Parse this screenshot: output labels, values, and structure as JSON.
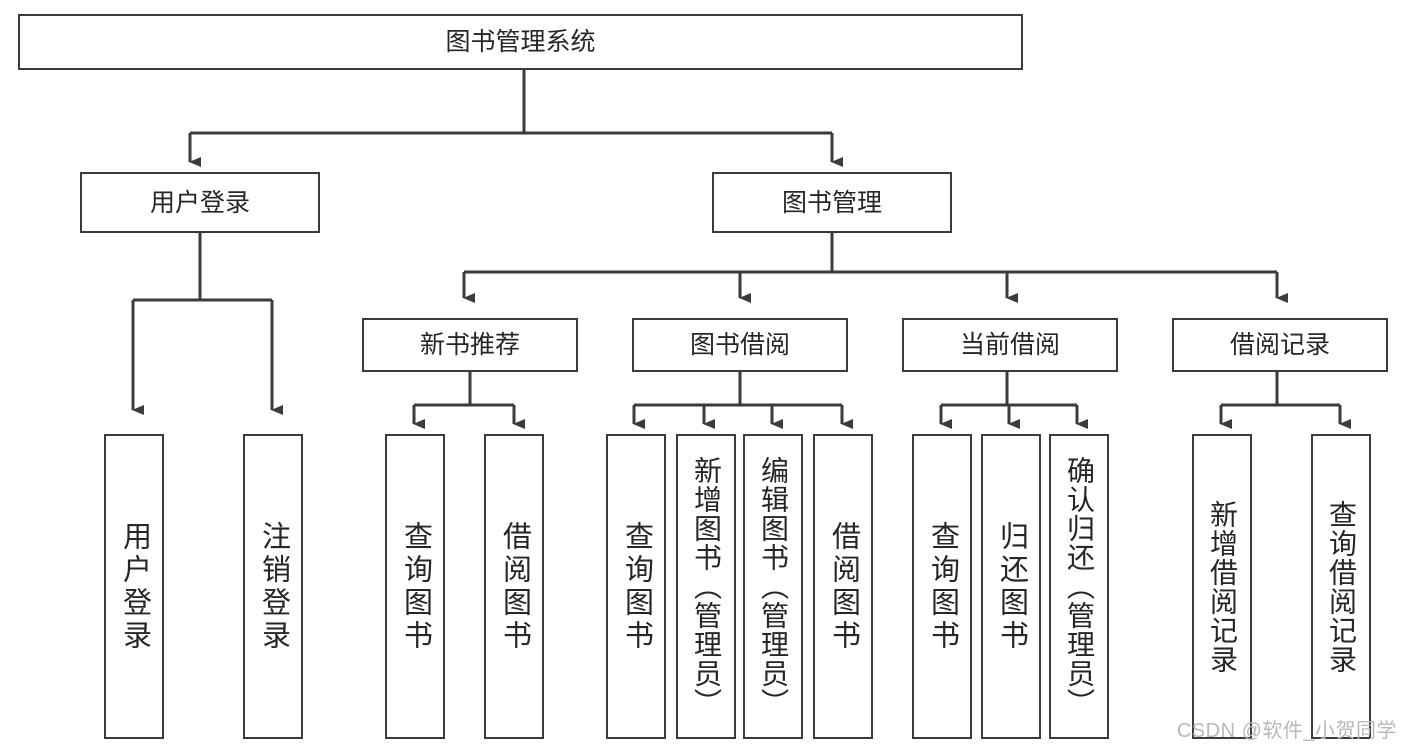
{
  "diagram": {
    "type": "tree",
    "title": "图书管理系统",
    "root": {
      "label": "图书管理系统"
    },
    "level2": [
      {
        "label": "用户登录"
      },
      {
        "label": "图书管理"
      }
    ],
    "level3": [
      {
        "label": "新书推荐",
        "parent": "图书管理"
      },
      {
        "label": "图书借阅",
        "parent": "图书管理"
      },
      {
        "label": "当前借阅",
        "parent": "图书管理"
      },
      {
        "label": "借阅记录",
        "parent": "图书管理"
      }
    ],
    "leaves": [
      {
        "label": "用户登录",
        "parent": "用户登录"
      },
      {
        "label": "注销登录",
        "parent": "用户登录"
      },
      {
        "label": "查询图书",
        "parent": "新书推荐"
      },
      {
        "label": "借阅图书",
        "parent": "新书推荐"
      },
      {
        "label": "查询图书",
        "parent": "图书借阅"
      },
      {
        "label": "新增图书（管理员）",
        "parent": "图书借阅"
      },
      {
        "label": "编辑图书（管理员）",
        "parent": "图书借阅"
      },
      {
        "label": "借阅图书",
        "parent": "图书借阅"
      },
      {
        "label": "查询图书",
        "parent": "当前借阅"
      },
      {
        "label": "归还图书",
        "parent": "当前借阅"
      },
      {
        "label": "确认归还（管理员）",
        "parent": "当前借阅"
      },
      {
        "label": "新增借阅记录",
        "parent": "借阅记录"
      },
      {
        "label": "查询借阅记录",
        "parent": "借阅记录"
      }
    ],
    "colors": {
      "stroke": "#3b3b3b",
      "fill": "#ffffff",
      "text": "#262626",
      "watermark": "#b9b9b9"
    }
  },
  "watermark": {
    "text": "CSDN @软件_小贺同学"
  }
}
